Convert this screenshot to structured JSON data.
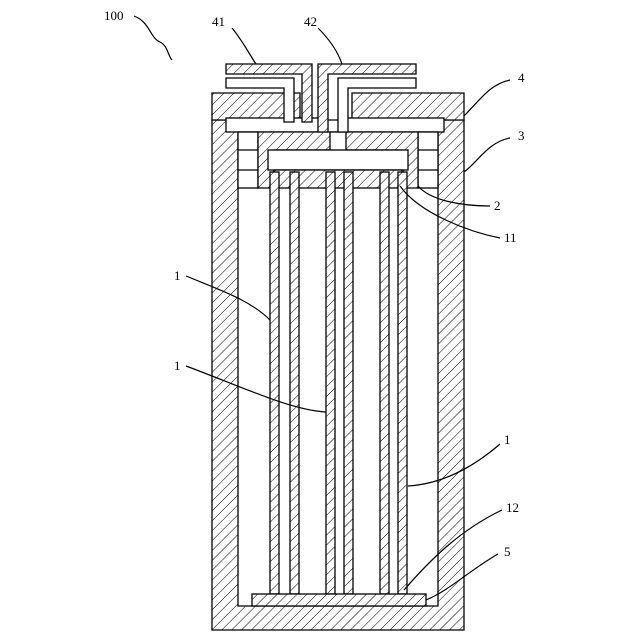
{
  "labels": {
    "assembly": "100",
    "terminal_a": "41",
    "terminal_b": "42",
    "cap": "4",
    "casing": "3",
    "insulator": "2",
    "holder_top": "11",
    "tube_left": "1",
    "tube_middle": "1",
    "tube_right": "1",
    "holder_bottom": "12",
    "base_plate": "5"
  }
}
